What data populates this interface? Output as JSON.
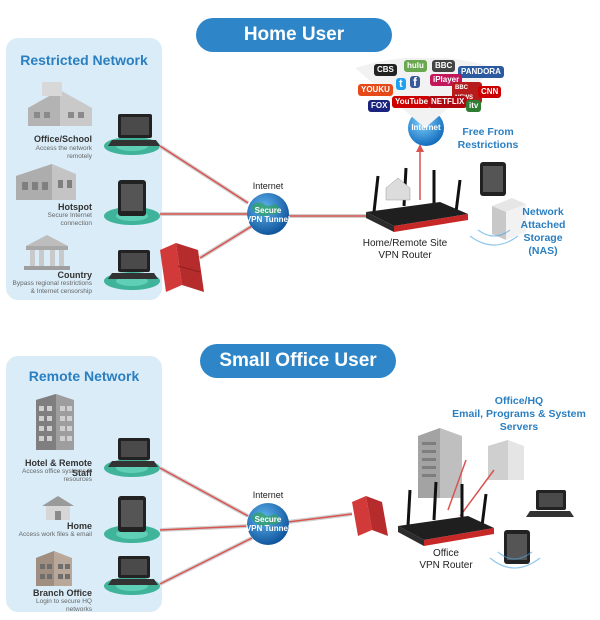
{
  "home": {
    "title": "Home User",
    "panel_title": "Restricted Network",
    "locations": [
      {
        "name": "Office/School",
        "desc": "Access the network remotely"
      },
      {
        "name": "Hotspot",
        "desc": "Secure Internet connection"
      },
      {
        "name": "Country",
        "desc": "Bypass regional restrictions & Internet censorship"
      }
    ],
    "internet_label": "Internet",
    "tunnel_label_1": "Secure",
    "tunnel_label_2": "VPN Tunnel",
    "router_label_1": "Home/Remote Site",
    "router_label_2": "VPN Router",
    "cloud_label": "Internet",
    "free_label_1": "Free From",
    "free_label_2": "Restrictions",
    "nas_label": [
      "Network",
      "Attached",
      "Storage",
      "(NAS)"
    ],
    "logos": [
      {
        "text": "CBS",
        "color": "#222222"
      },
      {
        "text": "hulu",
        "color": "#6aa84f"
      },
      {
        "text": "BBC",
        "color": "#444444"
      },
      {
        "text": "PANDORA",
        "color": "#2c5aa0"
      },
      {
        "text": "iPlayer",
        "color": "#c2185b"
      },
      {
        "text": "YOUKU",
        "color": "#e64a19"
      },
      {
        "text": "f",
        "color": "#3b5998"
      },
      {
        "text": "t",
        "color": "#1da1f2"
      },
      {
        "text": "BBC NEWS",
        "color": "#b71c1c"
      },
      {
        "text": "CNN",
        "color": "#cc0000"
      },
      {
        "text": "FOX",
        "color": "#1a237e"
      },
      {
        "text": "YouTube",
        "color": "#cc0000"
      },
      {
        "text": "NETFLIX",
        "color": "#b00610"
      },
      {
        "text": "itv",
        "color": "#2e7d32"
      }
    ]
  },
  "office": {
    "title": "Small Office User",
    "panel_title": "Remote Network",
    "locations": [
      {
        "name": "Hotel & Remote Staff",
        "desc": "Access office systems & resources"
      },
      {
        "name": "Home",
        "desc": "Access work files & email"
      },
      {
        "name": "Branch Office",
        "desc": "Login to secure HQ networks"
      }
    ],
    "internet_label": "Internet",
    "tunnel_label_1": "Secure",
    "tunnel_label_2": "VPN Tunnel",
    "servers_label": [
      "Office/HQ",
      "Email, Programs & System",
      "Servers"
    ],
    "router_label_1": "Office",
    "router_label_2": "VPN Router"
  },
  "colors": {
    "accent": "#2e86c8",
    "panel": "#d9ecf8",
    "router": "#1a1a1a",
    "firewall": "#d23a3a",
    "disc": "#3fb49a"
  }
}
